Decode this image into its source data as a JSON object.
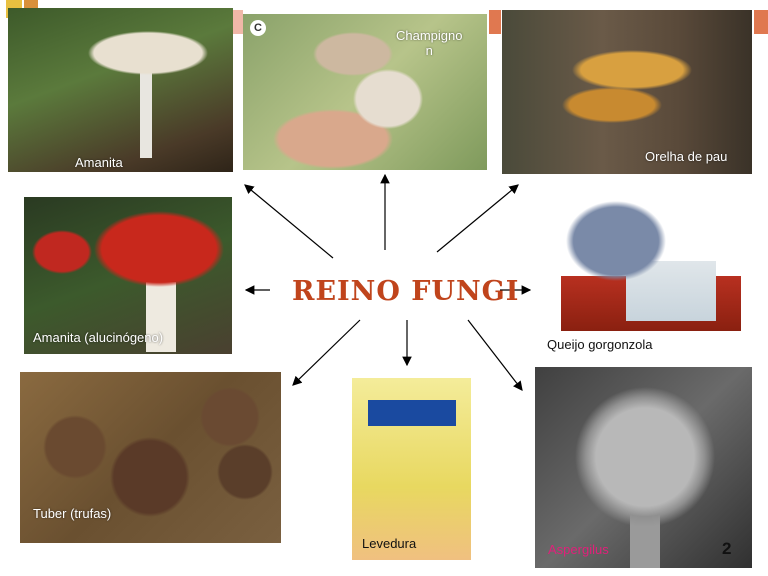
{
  "slide": {
    "title": "REINO FUNGI",
    "page_number": "2",
    "title_color": "#c0441c"
  },
  "photos": [
    {
      "label": "Amanita"
    },
    {
      "label": "Champigno\nn"
    },
    {
      "label": "Orelha de pau"
    },
    {
      "label": "Amanita (alucinógeno)"
    },
    {
      "label": "Queijo gorgonzola"
    },
    {
      "label": "Tuber (trufas)"
    },
    {
      "label": "Levedura"
    },
    {
      "label": "Aspergilus"
    }
  ],
  "accent_colors": {
    "label_highlight": "#e0207a",
    "decor_orange": "#e07850",
    "decor_yellow": "#e8c040"
  }
}
